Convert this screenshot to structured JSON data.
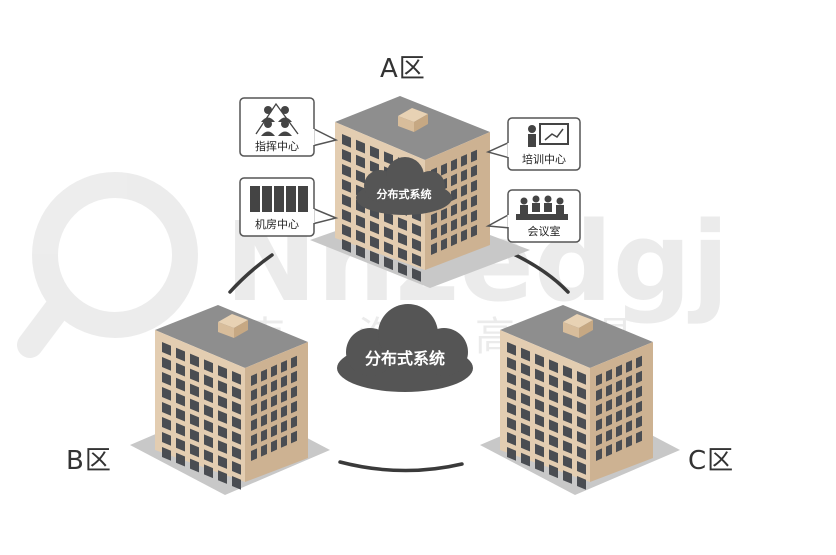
{
  "zones": {
    "a": "A区",
    "b": "B区",
    "c": "C区"
  },
  "clouds": {
    "center": "分布式系统",
    "top_building": "分布式系统"
  },
  "callouts": {
    "command_center": "指挥中心",
    "server_room": "机房中心",
    "training_center": "培训中心",
    "meeting_room": "会议室"
  },
  "watermark": {
    "latin": "Nnzedgj",
    "chars": [
      "南",
      "沲",
      "高",
      "晶"
    ]
  },
  "colors": {
    "facade": "#e3cdb1",
    "facade_shade": "#cdb292",
    "roof": "#8e8e8e",
    "window": "#4a4d52",
    "cloud": "#555555",
    "ground": "#c8c8c8",
    "ring": "#3a3a3a"
  },
  "icons": [
    "people-icon",
    "server-rack-icon",
    "presenter-icon",
    "meeting-icon"
  ]
}
